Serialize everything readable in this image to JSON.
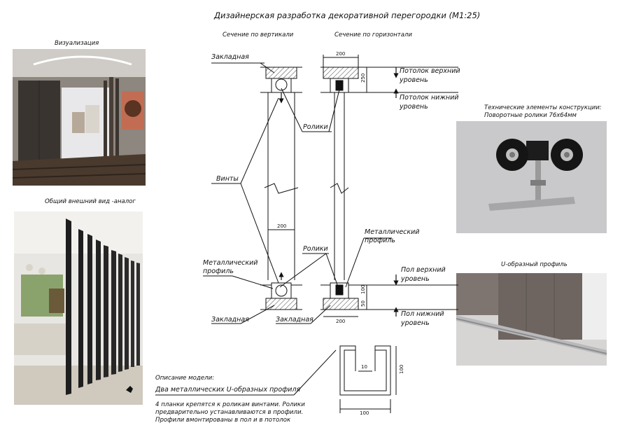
{
  "title": "Дизайнерская разработка  декоративной перегородки (М1:25)",
  "captions": {
    "visualization": "Визуализация",
    "analog": "Общий внешний вид -аналог",
    "vertical_section": "Сечение по вертикали",
    "horizontal_section": "Сечение по горизонтали",
    "tech_elements_line1": "Технические элементы конструкции:",
    "tech_elements_line2": "Поворотные ролики 76х64мм",
    "u_profile_photo": "U-образный профиль"
  },
  "labels": {
    "embedded_top": "Закладная",
    "ceiling_upper_1": "Потолок верхний",
    "ceiling_upper_2": "уровень",
    "ceiling_lower_1": "Потолок нижний",
    "ceiling_lower_2": "уровень",
    "rollers_top": "Ролики",
    "screws": "Винты",
    "metal_profile_right_1": "Металлический",
    "metal_profile_right_2": "профиль",
    "rollers_bottom": "Ролики",
    "metal_profile_left_1": "Металлический",
    "metal_profile_left_2": "профиль",
    "floor_upper_1": "Пол верхний",
    "floor_upper_2": "уровень",
    "floor_lower_1": "Пол нижний",
    "floor_lower_2": "уровень",
    "embedded_bottom_left": "Закладная",
    "embedded_bottom_right": "Закладная"
  },
  "dimensions": {
    "top_width": "200",
    "ceiling_height": "250",
    "panel_width": "200",
    "floor_gap": "100",
    "floor_depth": "50",
    "bottom_width": "200",
    "profile_inner": "10",
    "profile_height": "100",
    "profile_width": "100"
  },
  "description": {
    "heading": "Описание модели:",
    "line1": "Два металлических U-образных профиля",
    "line2": "4 планки крепятся к роликам винтами. Ролики",
    "line3": "предварительно устанавливаются в профили.",
    "line4": "Профили вмонтированы в пол и в потолок"
  },
  "colors": {
    "line": "#111111",
    "room_dark": "#3a3430",
    "floor_wood": "#4a3a2e",
    "panel_dark": "#1e1e1e",
    "photo_gray": "#c9c9cb"
  }
}
